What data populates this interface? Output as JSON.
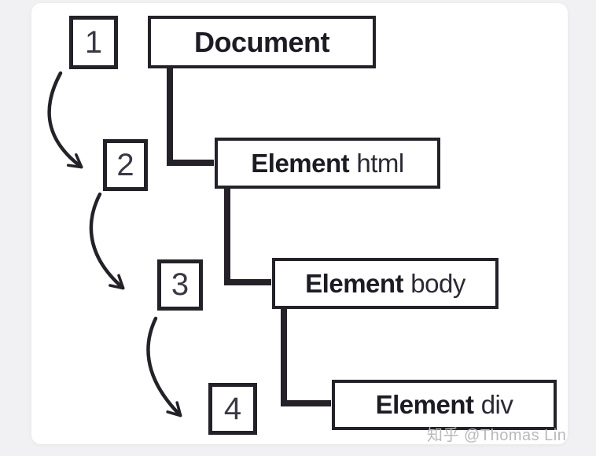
{
  "diagram": {
    "description": "DOM tree traversal diagram",
    "nodes": [
      {
        "id": "document",
        "bold": "Document",
        "tag": ""
      },
      {
        "id": "element-html",
        "bold": "Element",
        "tag": "html"
      },
      {
        "id": "element-body",
        "bold": "Element",
        "tag": "body"
      },
      {
        "id": "element-div",
        "bold": "Element",
        "tag": "div"
      }
    ],
    "steps": [
      "1",
      "2",
      "3",
      "4"
    ],
    "edges": [
      {
        "from": "document",
        "to": "element-html"
      },
      {
        "from": "element-html",
        "to": "element-body"
      },
      {
        "from": "element-body",
        "to": "element-div"
      }
    ],
    "colors": {
      "line": "#242128",
      "node_text": "#1d1b24",
      "step_text": "#3b3845",
      "panel_bg": "#ffffff",
      "page_bg": "#f1f1f4",
      "watermark": "#b9b9b9"
    }
  },
  "watermark": {
    "text": "知乎 @Thomas Lin"
  }
}
